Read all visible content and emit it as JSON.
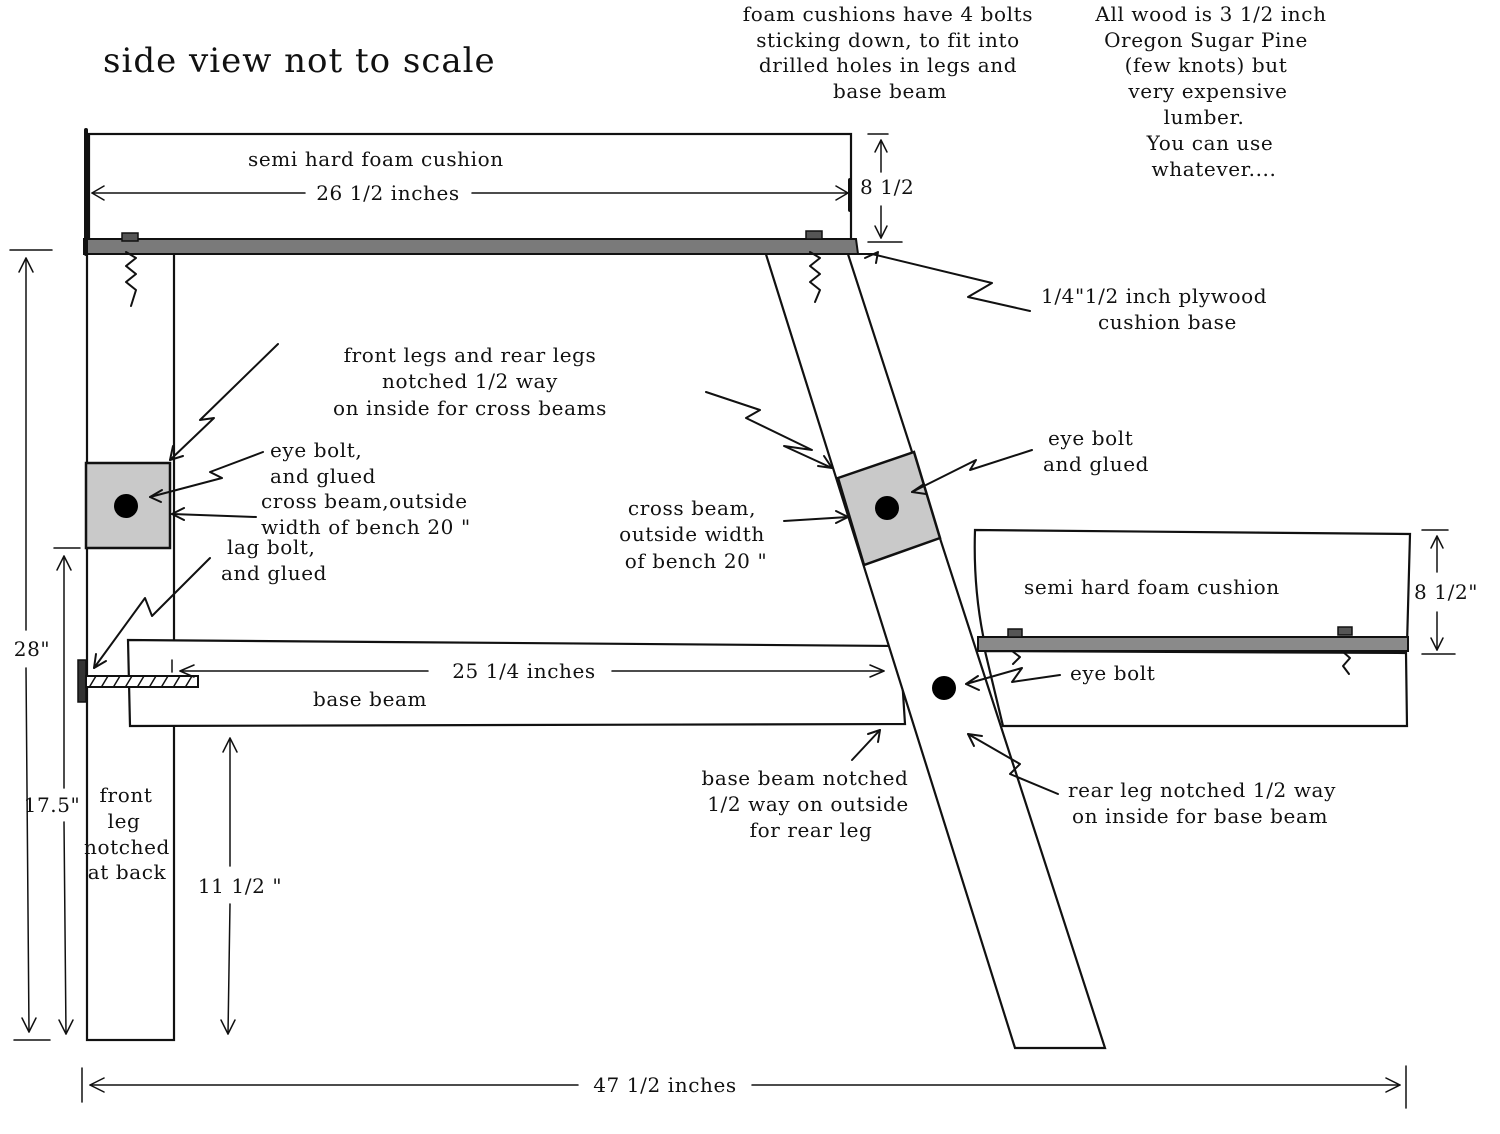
{
  "title": "side view  not to scale",
  "notes": {
    "foam_bolts": [
      "foam cushions have 4 bolts",
      "sticking down, to fit into",
      "drilled holes in legs and",
      "base beam"
    ],
    "wood": [
      "All wood is 3 1/2 inch",
      "Oregon Sugar Pine",
      "(few knots) but",
      "very expensive",
      "lumber.",
      "You can use",
      "whatever...."
    ]
  },
  "labels": {
    "back_cushion": "semi hard foam cushion",
    "seat_cushion": "semi hard foam cushion",
    "plywood": [
      "1/4\"1/2 inch plywood",
      "cushion base"
    ],
    "notched_legs": [
      "front legs  and rear legs",
      "notched 1/2 way",
      "on inside for cross beams"
    ],
    "eye_bolt_front": [
      "eye bolt,",
      "and glued"
    ],
    "cross_beam_front": [
      "cross beam,outside",
      "width of bench 20 \""
    ],
    "lag_bolt": [
      "lag bolt,",
      "and glued"
    ],
    "eye_bolt_rear": [
      "eye bolt",
      "and glued"
    ],
    "cross_beam_rear": [
      "cross beam,",
      "outside width",
      "of bench 20 \""
    ],
    "base_beam": "base beam",
    "eye_bolt_base": "eye bolt",
    "base_beam_notched": [
      "base beam notched",
      "1/2 way on outside",
      "for rear leg"
    ],
    "rear_leg_notched": [
      "rear leg notched 1/2 way",
      "on inside for base beam"
    ],
    "front_leg": [
      "front",
      "leg",
      "notched",
      "at back"
    ]
  },
  "dimensions": {
    "top_width": "26 1/2 inches",
    "back_height": "8 1/2",
    "base_length": "25 1/4 inches",
    "seat_height": "8 1/2\"",
    "overall_height": "28\"",
    "front_height": "17.5\"",
    "base_height": "11 1/2 \"",
    "overall_length": "47 1/2 inches"
  },
  "colors": {
    "ink": "#111111",
    "shade": "#c9c9c9",
    "paper": "#ffffff"
  }
}
